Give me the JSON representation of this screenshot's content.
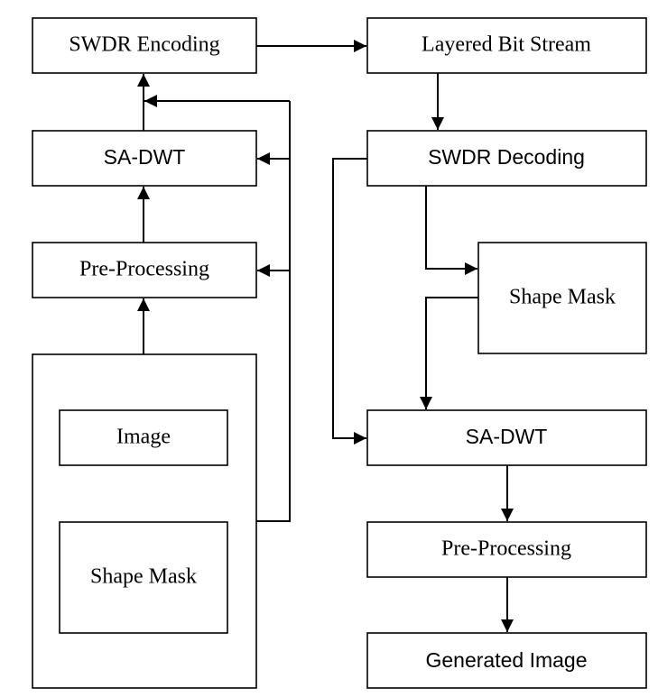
{
  "encoder": {
    "swdr_encoding": "SWDR Encoding",
    "sa_dwt": "SA-DWT",
    "pre_processing": "Pre-Processing",
    "image": "Image",
    "shape_mask": "Shape Mask"
  },
  "decoder": {
    "layered_bit_stream": "Layered Bit Stream",
    "swdr_decoding": "SWDR Decoding",
    "shape_mask": "Shape Mask",
    "sa_dwt": "SA-DWT",
    "pre_processing": "Pre-Processing",
    "generated_image": "Generated Image"
  }
}
